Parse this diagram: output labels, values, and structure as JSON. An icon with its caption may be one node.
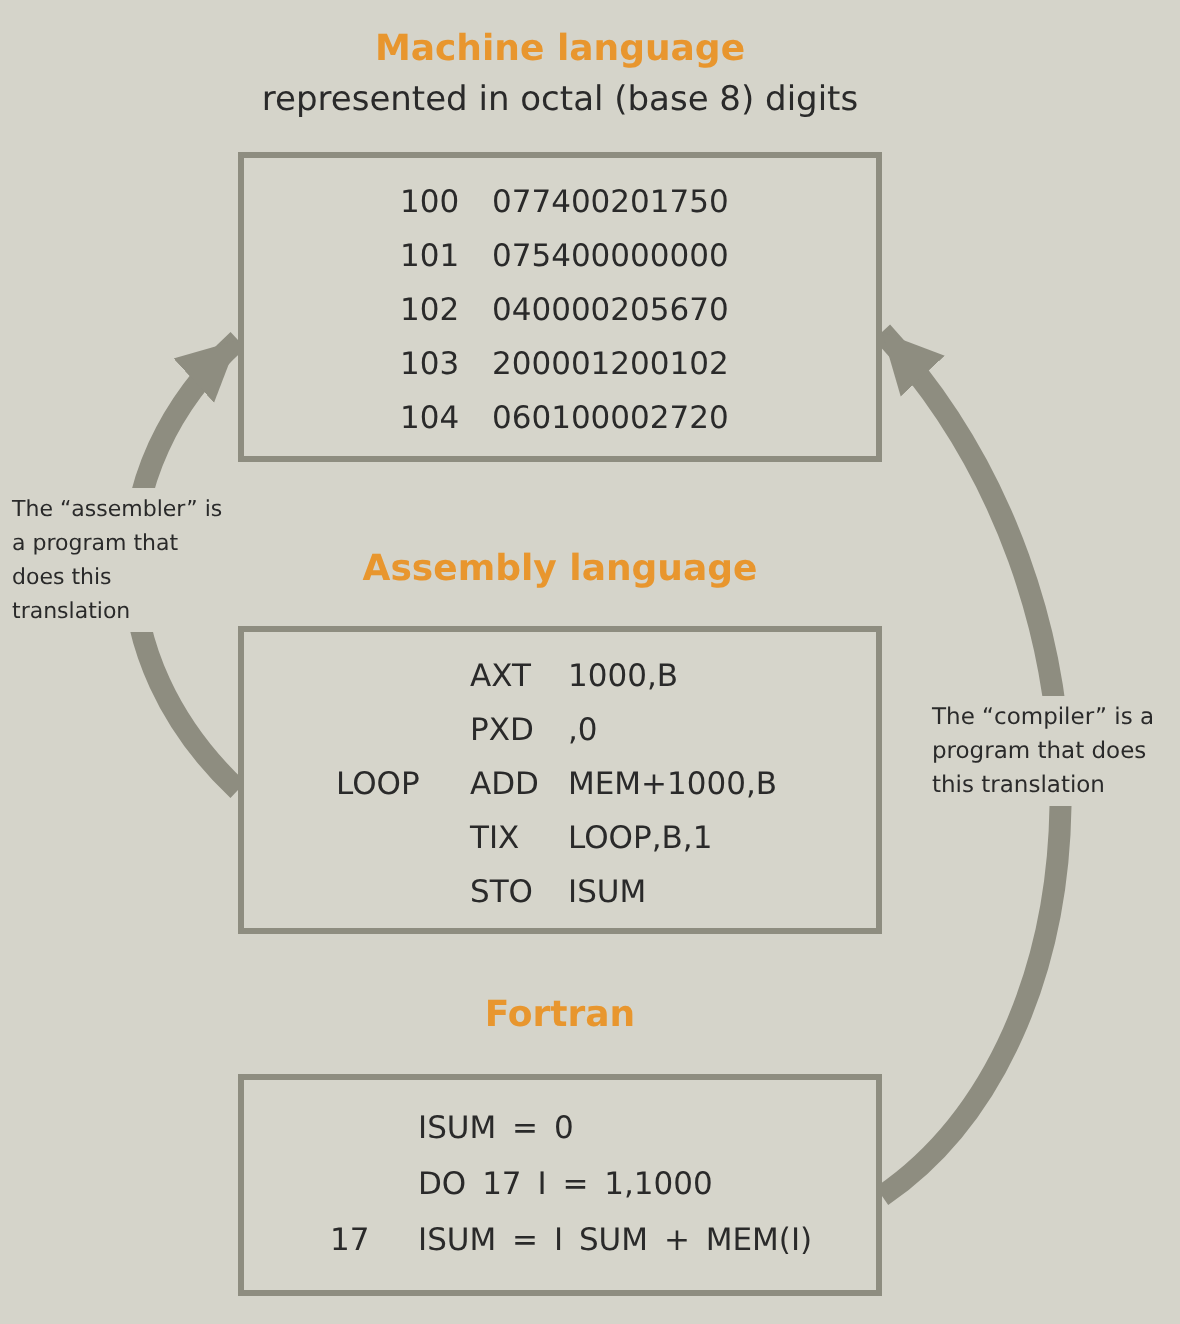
{
  "diagram": {
    "nodes": [
      {
        "text": [
          "Machine language",
          "represented in octal (base 8) digits",
          "100 077400201750",
          "101 075400000000",
          "102 040000205670",
          "103 200001200102",
          "104 060100002720"
        ]
      },
      {
        "text": [
          "Assembly language",
          "AXT 1000,B",
          "PXD ,0",
          "LOOP ADD MEM+1000,B",
          "TIX LOOP,B,1",
          "STO ISUM"
        ]
      },
      {
        "text": [
          "Fortran",
          "ISUM = 0",
          "DO 17 I = 1,1000",
          "17 ISUM = I SUM + MEM(I)"
        ]
      }
    ],
    "edges": [
      {
        "from": 1,
        "to": 0,
        "arrow": "to",
        "label": "The “assembler” is a program that does this translation"
      },
      {
        "from": 2,
        "to": 0,
        "arrow": "to",
        "label": "The “compiler” is a program that does this translation"
      }
    ]
  }
}
